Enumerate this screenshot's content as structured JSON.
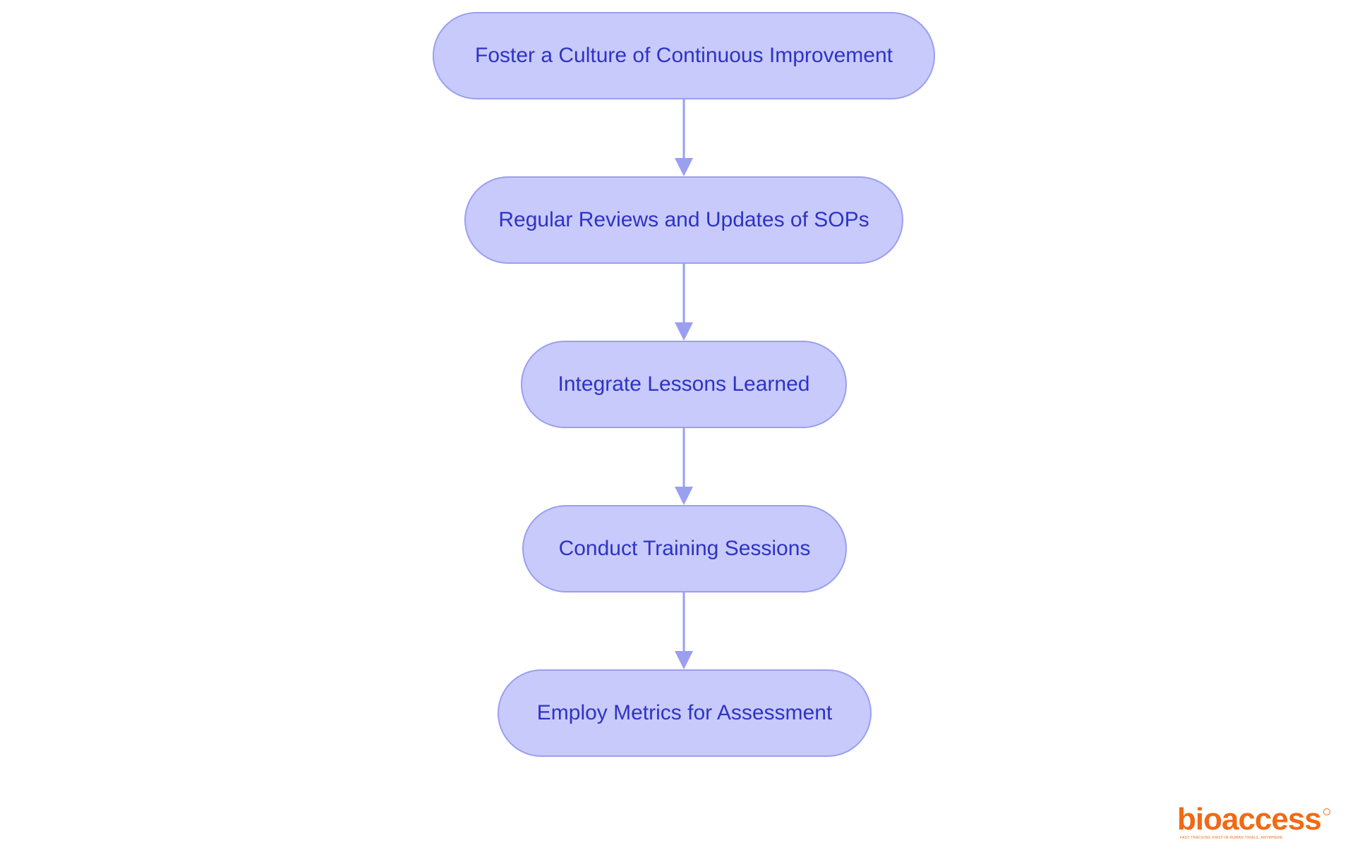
{
  "diagram": {
    "type": "vertical-flowchart",
    "nodes": [
      {
        "id": "n1",
        "label": "Foster a Culture of Continuous Improvement"
      },
      {
        "id": "n2",
        "label": "Regular Reviews and Updates of SOPs"
      },
      {
        "id": "n3",
        "label": "Integrate Lessons Learned"
      },
      {
        "id": "n4",
        "label": "Conduct Training Sessions"
      },
      {
        "id": "n5",
        "label": "Employ Metrics for Assessment"
      }
    ],
    "edges": [
      {
        "from": "n1",
        "to": "n2"
      },
      {
        "from": "n2",
        "to": "n3"
      },
      {
        "from": "n3",
        "to": "n4"
      },
      {
        "from": "n4",
        "to": "n5"
      }
    ],
    "colors": {
      "node_fill": "#c8cafc",
      "node_border": "#9a9ff0",
      "node_text": "#2e33c4",
      "edge": "#9a9ff0"
    }
  },
  "logo": {
    "wordmark": "bioaccess",
    "tagline": "FAST-TRACKING FIRST-IN-HUMAN TRIALS, ANYWHERE",
    "color": "#f06a14"
  }
}
